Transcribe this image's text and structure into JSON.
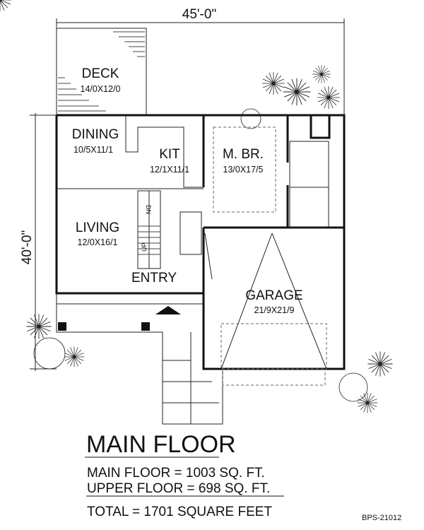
{
  "dimensions": {
    "width": "45'-0\"",
    "depth": "40'-0\""
  },
  "rooms": [
    {
      "name": "DECK",
      "size": "14/0X12/0"
    },
    {
      "name": "DINING",
      "size": "10/5X11/1"
    },
    {
      "name": "KIT",
      "size": "12/1X11/1"
    },
    {
      "name": "M. BR.",
      "size": "13/0X17/5"
    },
    {
      "name": "LIVING",
      "size": "12/0X16/1"
    },
    {
      "name": "ENTRY"
    },
    {
      "name": "GARAGE",
      "size": "21/9X21/9"
    }
  ],
  "stairs": {
    "down": "DN",
    "up": "UP"
  },
  "title": "MAIN FLOOR",
  "areas": {
    "main": "MAIN FLOOR = 1003 SQ. FT.",
    "upper": "UPPER FLOOR = 698 SQ. FT.",
    "total": "TOTAL = 1701 SQUARE FEET"
  },
  "plan_code": "BPS-21012"
}
